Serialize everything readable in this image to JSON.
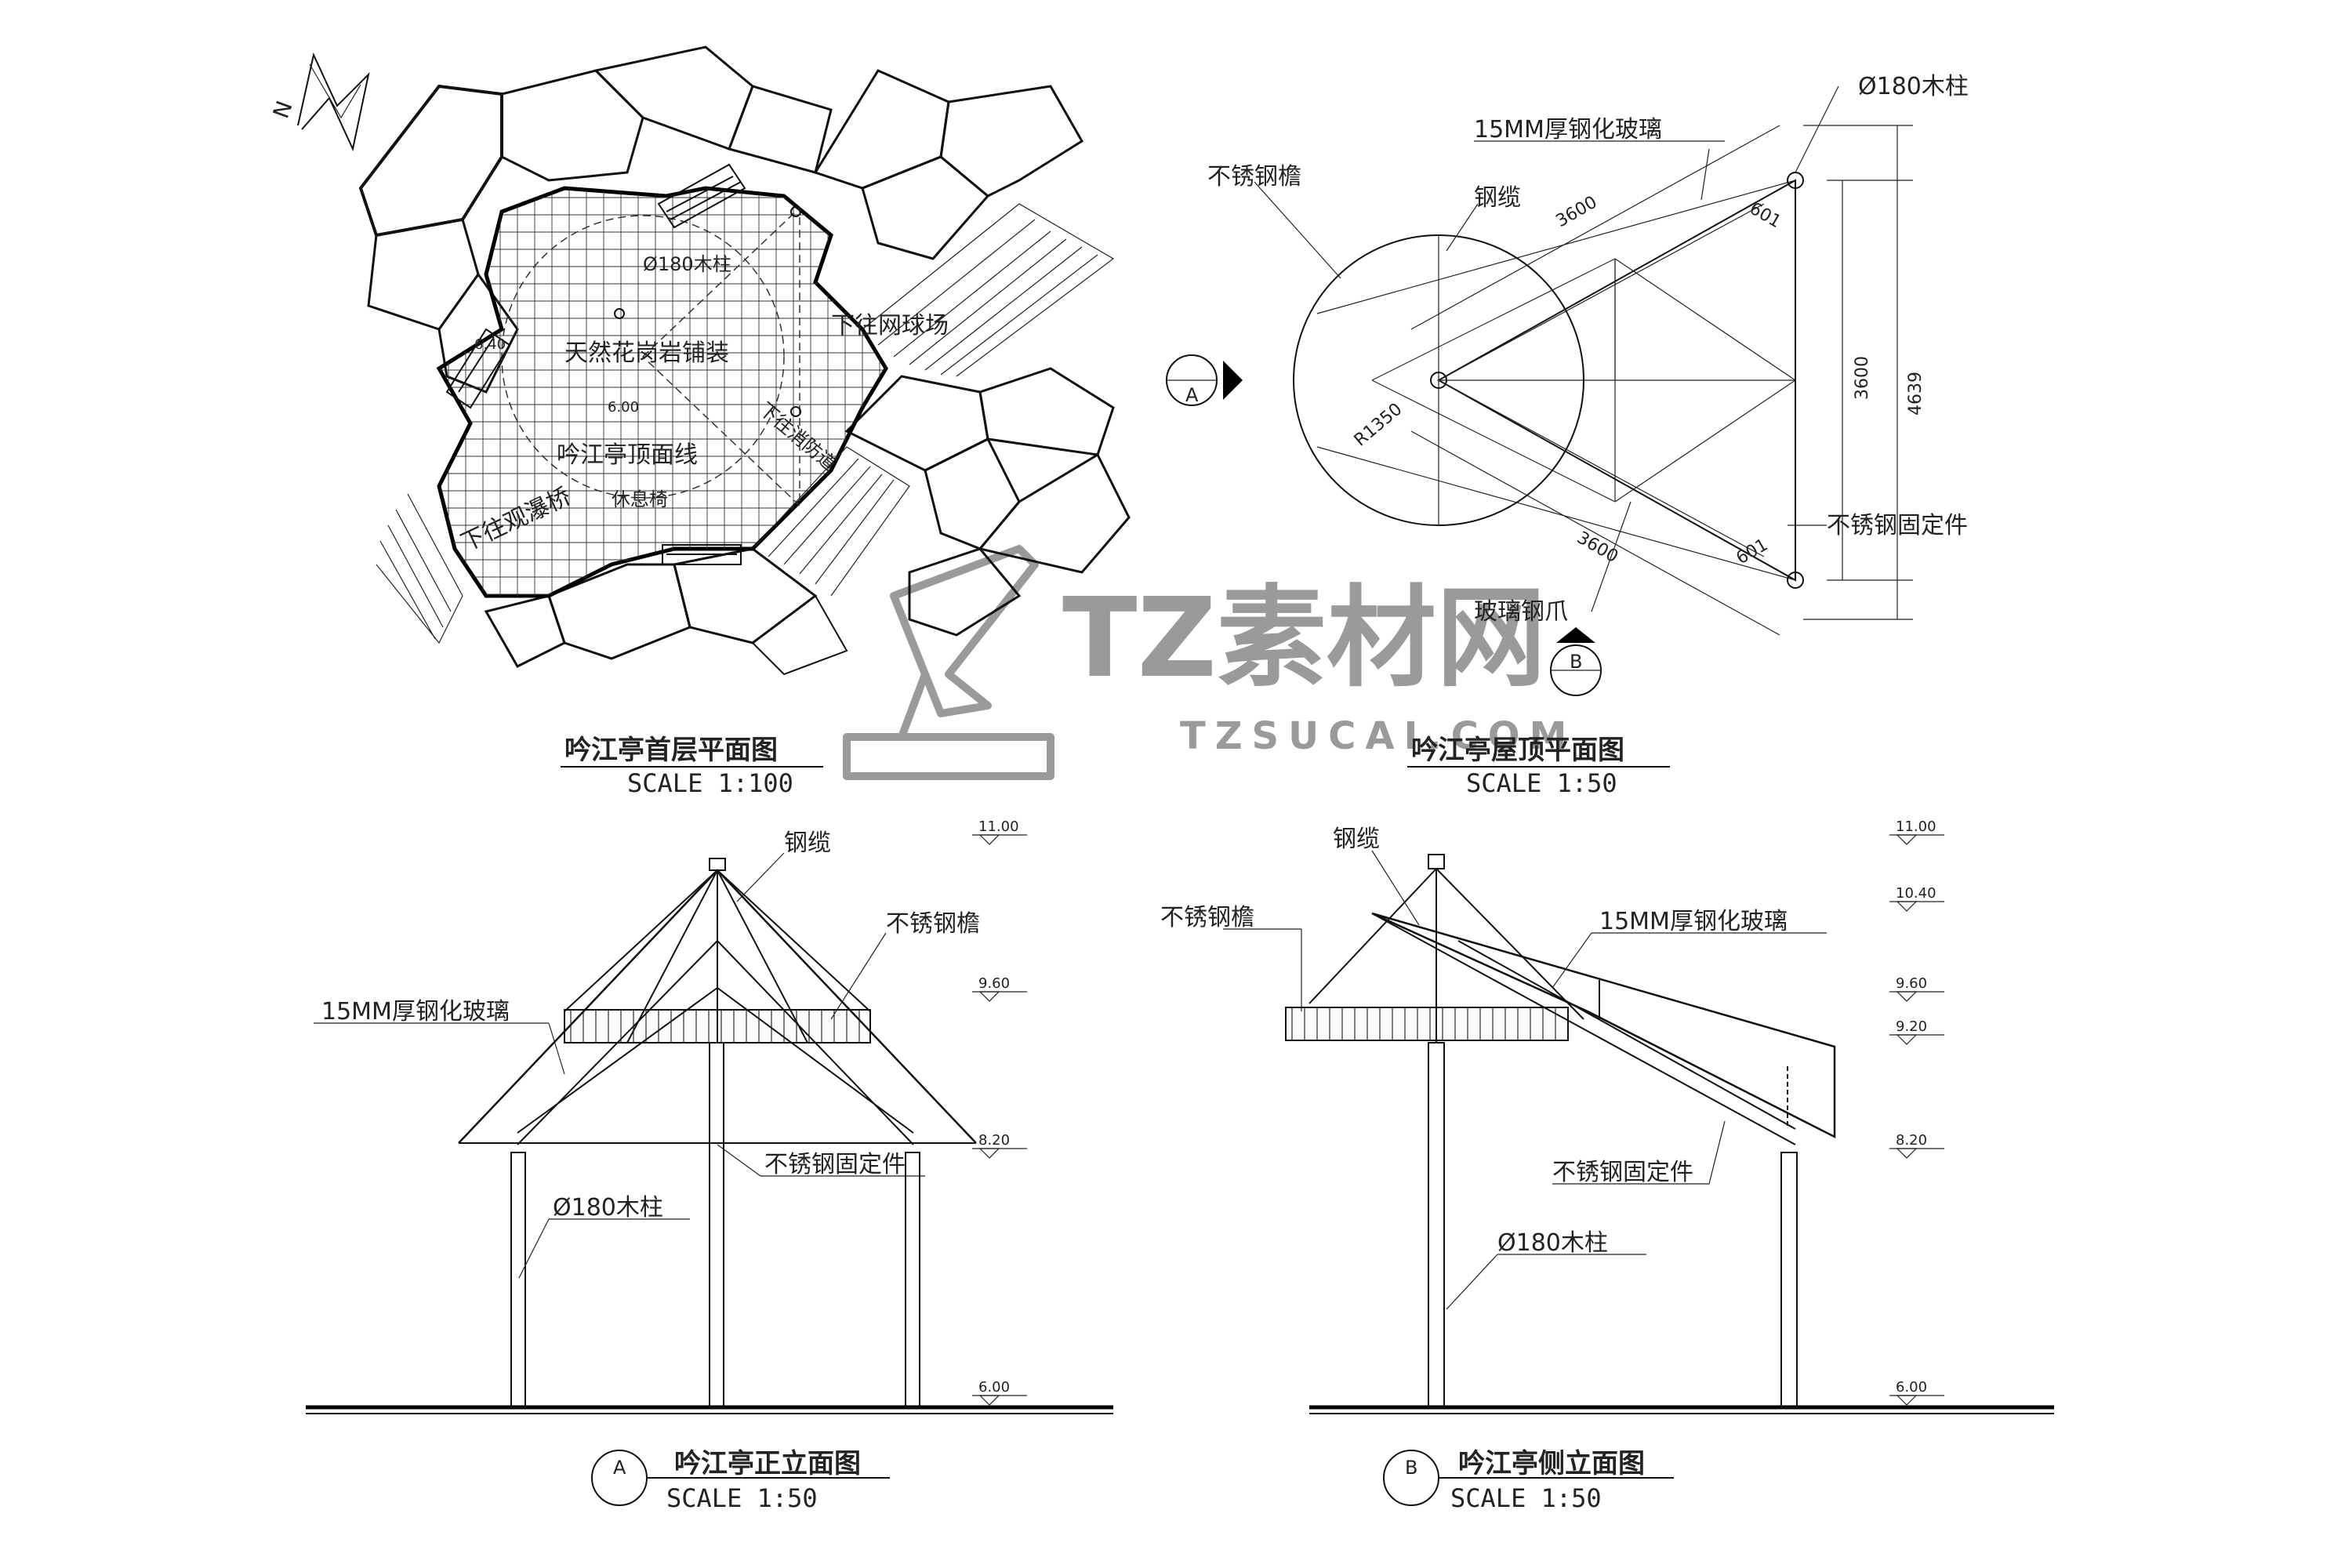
{
  "watermark": {
    "brand": "TZ素材网",
    "url": "TZSUCAI.COM"
  },
  "north_arrow": {
    "letter": "N"
  },
  "plan": {
    "title": "吟江亭首层平面图",
    "scale": "SCALE   1:100",
    "labels": {
      "column": "Ø180木柱",
      "paving": "天然花岗岩铺装",
      "roof_line": "吟江亭顶面线",
      "bench": "休息椅",
      "to_bridge": "下往观瀑桥",
      "to_court": "下往网球场",
      "to_road": "下往消防道",
      "level_600": "6.00",
      "level_640": "6.40"
    }
  },
  "roof_plan": {
    "title": "吟江亭屋顶平面图",
    "scale": "SCALE    1:50",
    "labels": {
      "column": "Ø180木柱",
      "glass": "15MM厚钢化玻璃",
      "gutter": "不锈钢檐",
      "cable": "钢缆",
      "fixing": "不锈钢固定件",
      "glass_claw": "玻璃钢爪",
      "radius": "R1350"
    },
    "dimensions": {
      "d1": "3600",
      "d2": "3600",
      "d3": "3600",
      "d4": "4639",
      "d5": "601",
      "d6": "601"
    },
    "section_a": {
      "letter": "A"
    },
    "section_b": {
      "letter": "B"
    }
  },
  "front_elevation": {
    "marker": "A",
    "title": "吟江亭正立面图",
    "scale": "SCALE   1:50",
    "labels": {
      "cable": "钢缆",
      "gutter": "不锈钢檐",
      "glass": "15MM厚钢化玻璃",
      "fixing": "不锈钢固定件",
      "column": "Ø180木柱"
    },
    "levels": [
      "11.00",
      "9.60",
      "8.20",
      "6.00"
    ]
  },
  "side_elevation": {
    "marker": "B",
    "title": "吟江亭侧立面图",
    "scale": "SCALE   1:50",
    "labels": {
      "cable": "钢缆",
      "gutter": "不锈钢檐",
      "glass": "15MM厚钢化玻璃",
      "fixing": "不锈钢固定件",
      "column": "Ø180木柱"
    },
    "levels": [
      "11.00",
      "10.40",
      "9.60",
      "9.20",
      "8.20",
      "6.00"
    ]
  }
}
